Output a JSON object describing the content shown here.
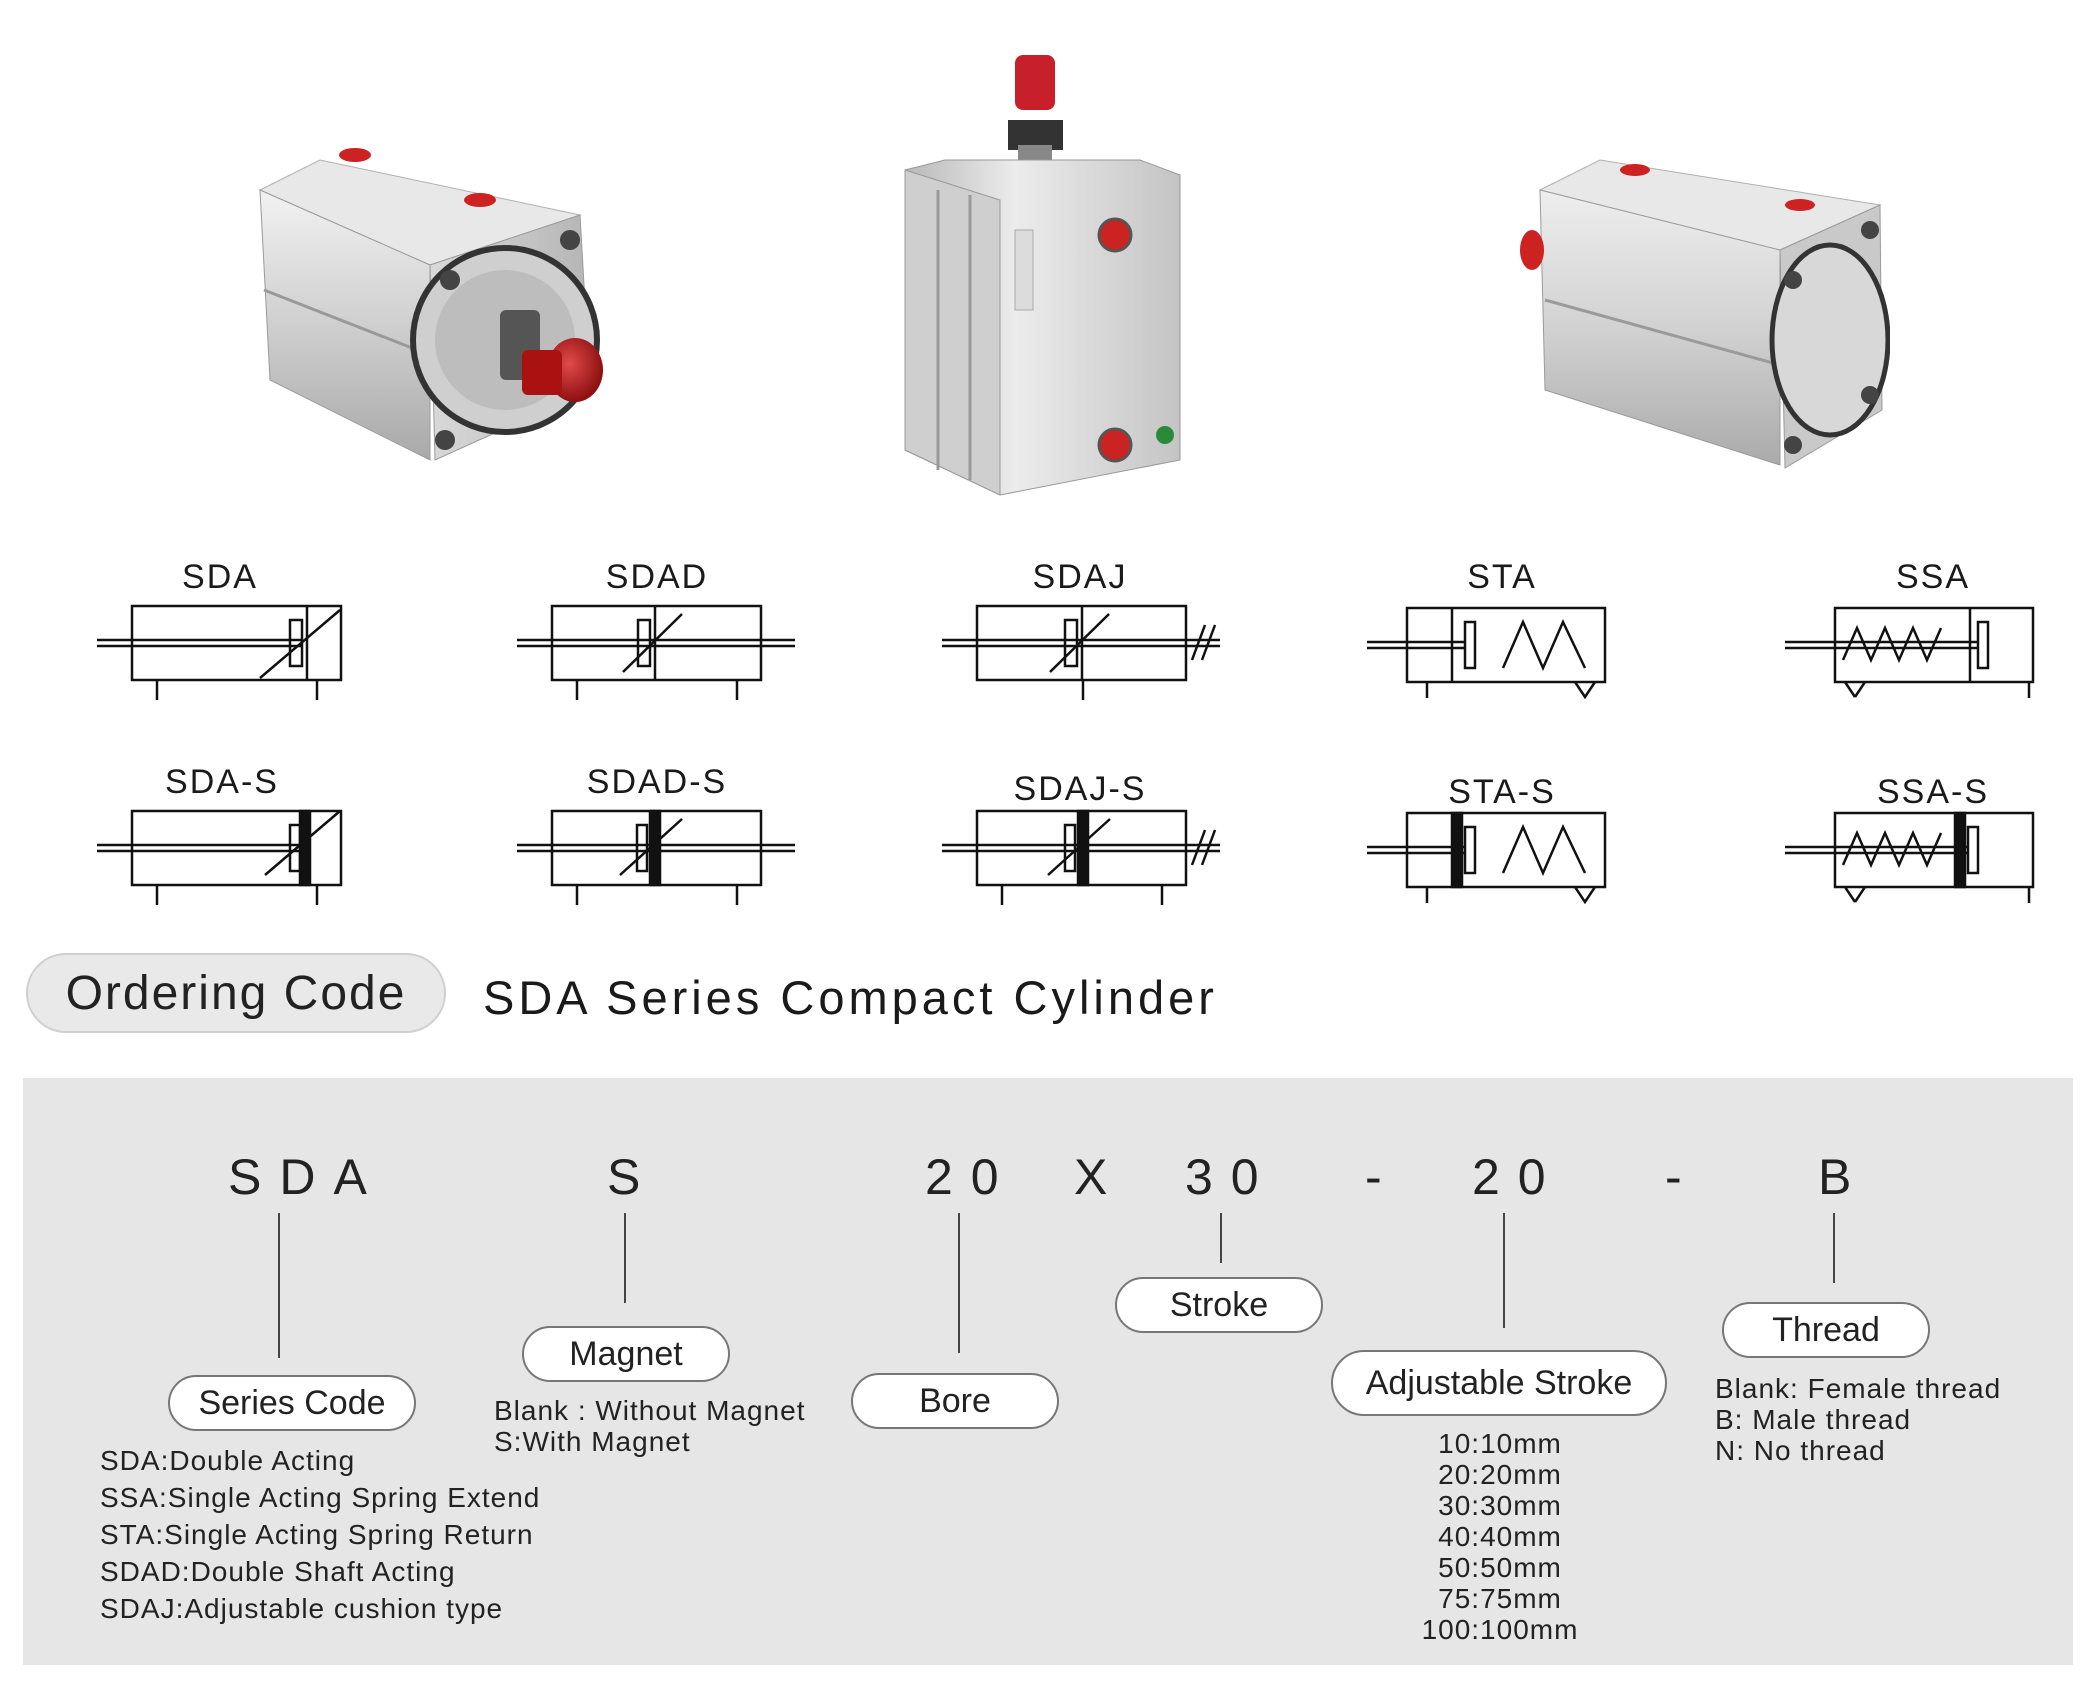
{
  "symbols": [
    {
      "label": "SDA"
    },
    {
      "label": "SDAD"
    },
    {
      "label": "SDAJ"
    },
    {
      "label": "STA"
    },
    {
      "label": "SSA"
    },
    {
      "label": "SDA-S"
    },
    {
      "label": "SDAD-S"
    },
    {
      "label": "SDAJ-S"
    },
    {
      "label": "STA-S"
    },
    {
      "label": "SSA-S"
    }
  ],
  "ordering": {
    "header": "Ordering Code",
    "title": "SDA Series Compact Cylinder",
    "code": {
      "series": "SDA",
      "magnet": "S",
      "bore": "20",
      "x": "X",
      "stroke": "30",
      "dash1": "-",
      "adjust": "20",
      "dash2": "-",
      "thread": "B"
    },
    "series_code": {
      "label": "Series Code",
      "items": [
        "SDA:Double Acting",
        "SSA:Single Acting Spring Extend",
        "STA:Single Acting Spring Return",
        "SDAD:Double Shaft Acting",
        "SDAJ:Adjustable cushion type"
      ]
    },
    "magnet": {
      "label": "Magnet",
      "items": [
        "Blank : Without Magnet",
        "S:With Magnet"
      ]
    },
    "bore": {
      "label": "Bore"
    },
    "stroke": {
      "label": "Stroke"
    },
    "adjustable_stroke": {
      "label": "Adjustable Stroke",
      "items": [
        "10:10mm",
        "20:20mm",
        "30:30mm",
        "40:40mm",
        "50:50mm",
        "75:75mm",
        "100:100mm"
      ]
    },
    "thread": {
      "label": "Thread",
      "items": [
        "Blank: Female thread",
        "B: Male thread",
        "N: No thread"
      ]
    }
  }
}
